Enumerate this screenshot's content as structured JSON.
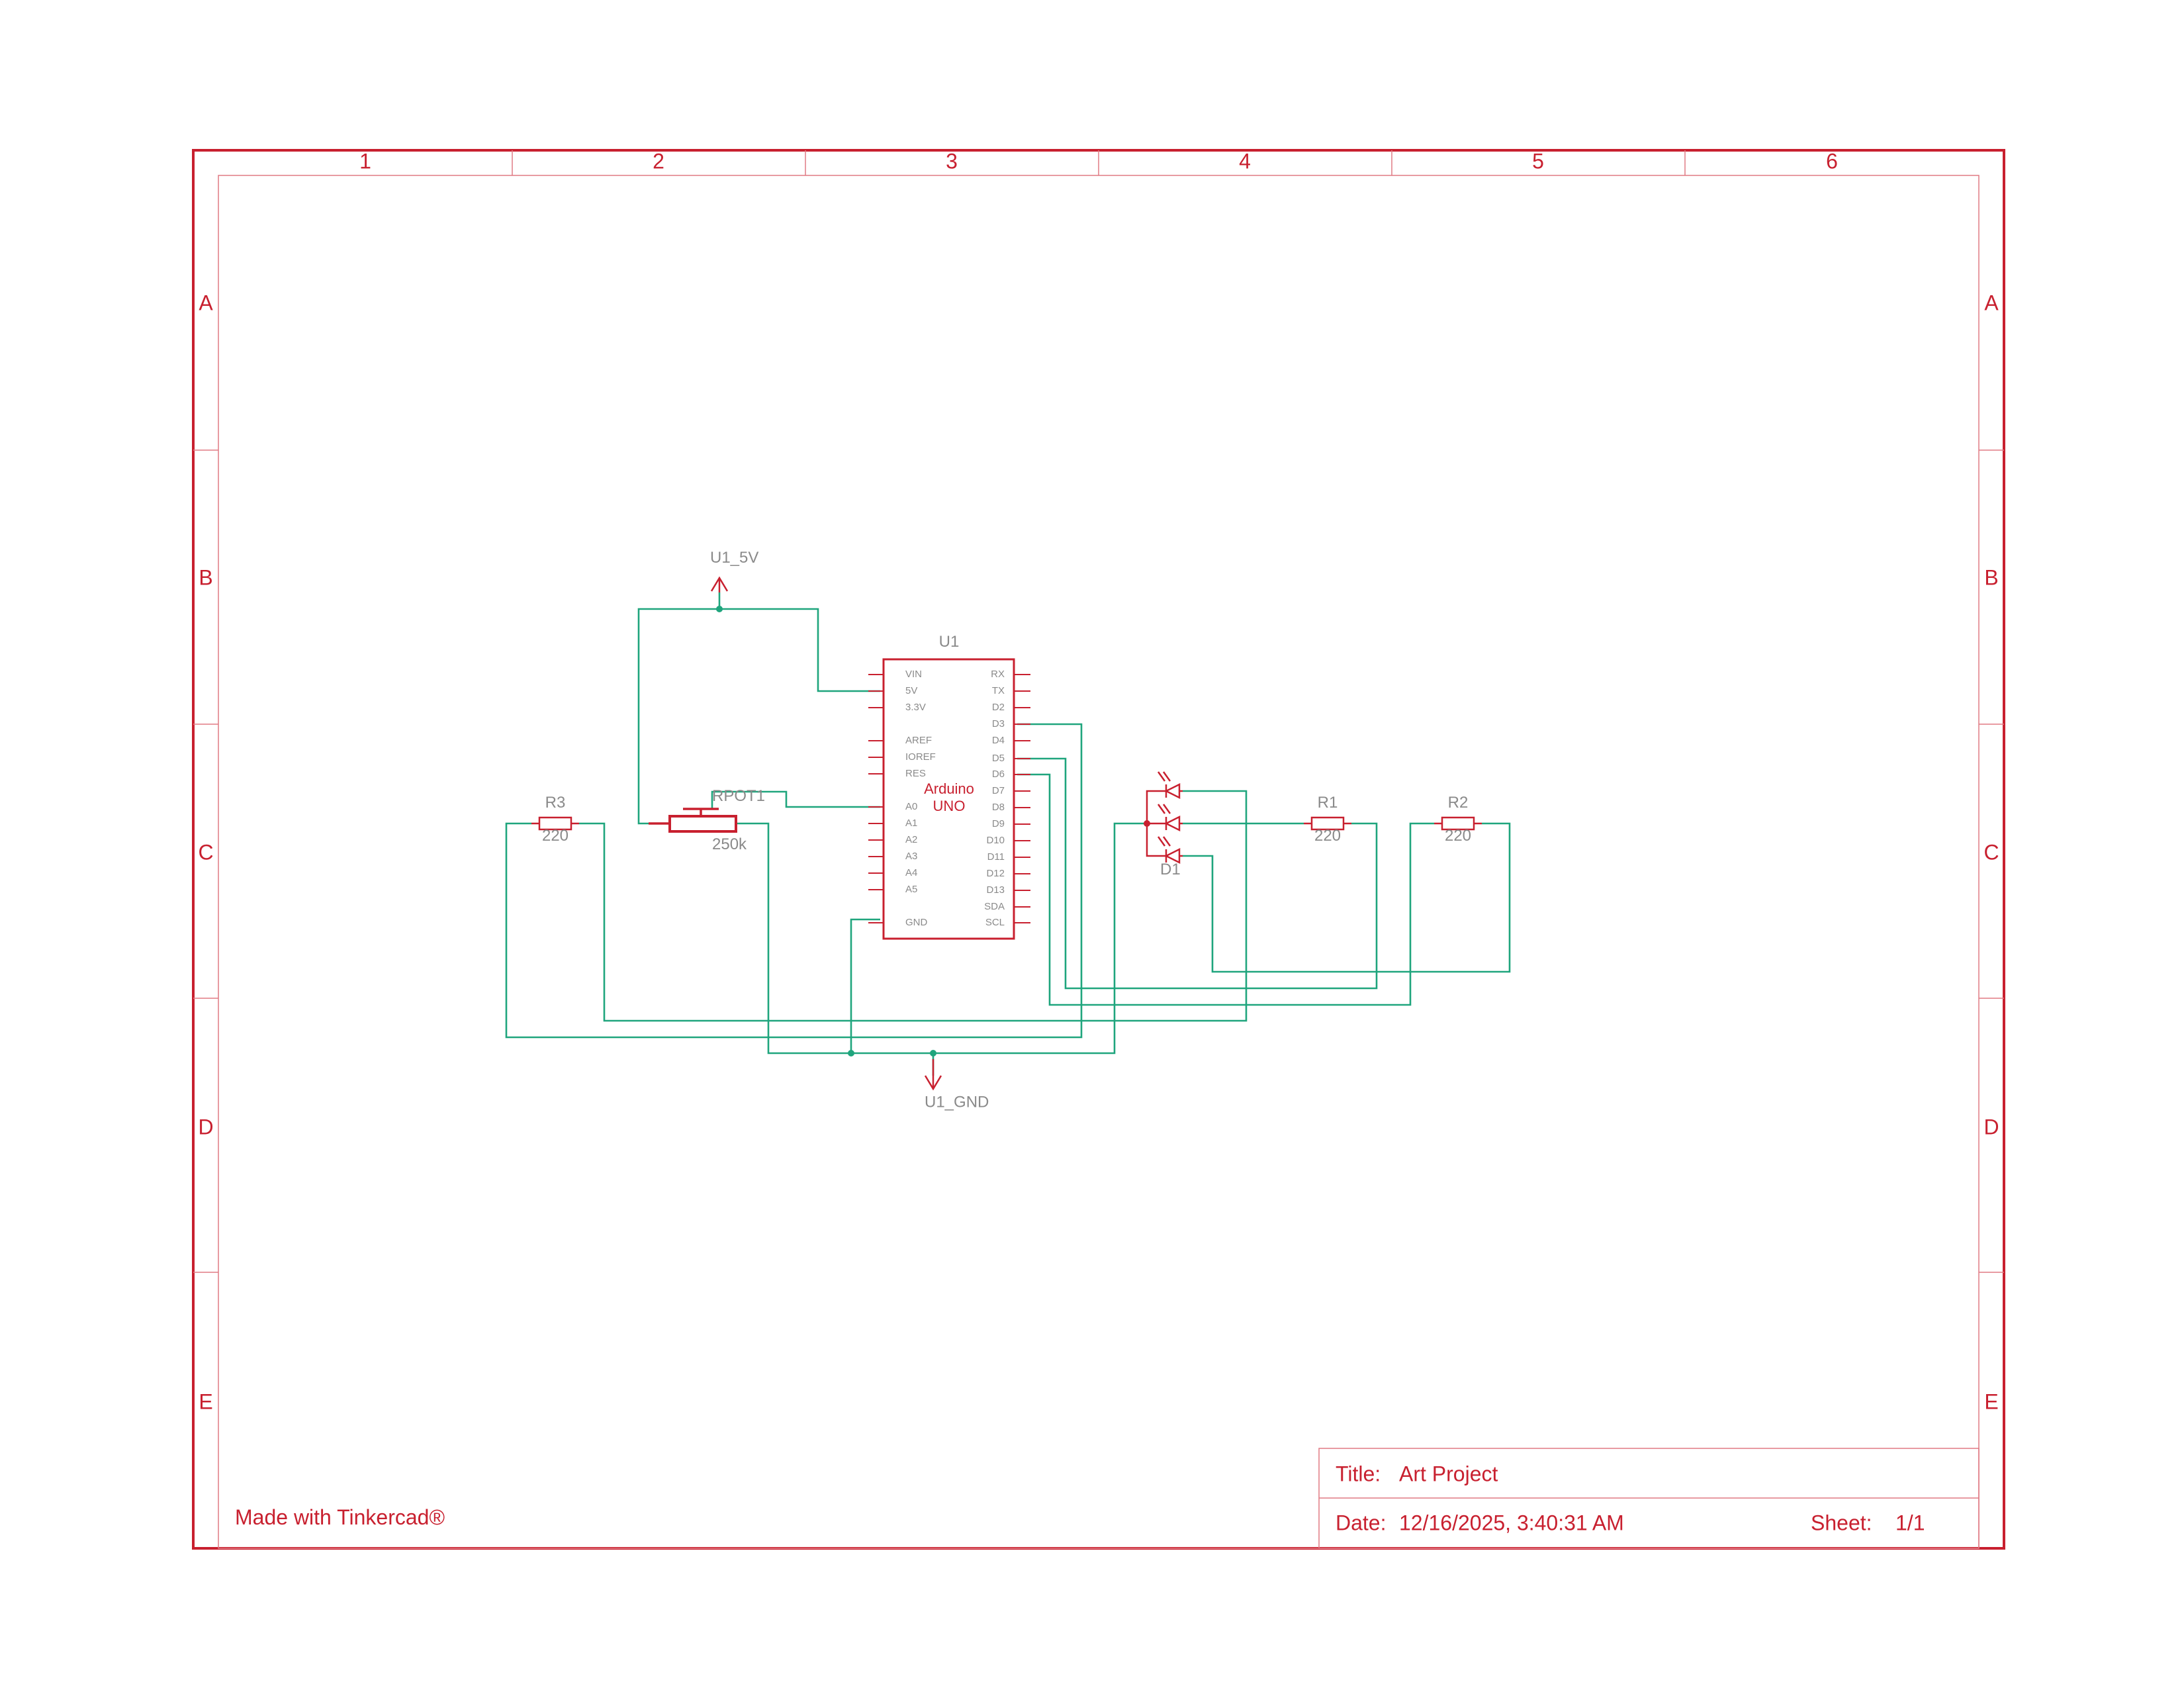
{
  "frame": {
    "columns": [
      "1",
      "2",
      "3",
      "4",
      "5",
      "6"
    ],
    "rows": [
      "A",
      "B",
      "C",
      "D",
      "E"
    ],
    "made_with": "Made with Tinkercad®"
  },
  "title_block": {
    "title_label": "Title:",
    "title_value": "Art Project",
    "date_label": "Date:",
    "date_value": "12/16/2025, 3:40:31 AM",
    "sheet_label": "Sheet:",
    "sheet_value": "1/1"
  },
  "components": {
    "u1": {
      "ref": "U1",
      "name_line1": "Arduino",
      "name_line2": "UNO",
      "left_pins": [
        "VIN",
        "5V",
        "3.3V",
        "AREF",
        "IOREF",
        "RES",
        "A0",
        "A1",
        "A2",
        "A3",
        "A4",
        "A5",
        "GND"
      ],
      "right_pins": [
        "RX",
        "TX",
        "D2",
        "D3",
        "D4",
        "D5",
        "D6",
        "D7",
        "D8",
        "D9",
        "D10",
        "D11",
        "D12",
        "D13",
        "SDA",
        "SCL"
      ]
    },
    "rpot1": {
      "ref": "RPOT1",
      "value": "250k"
    },
    "r1": {
      "ref": "R1",
      "value": "220"
    },
    "r2": {
      "ref": "R2",
      "value": "220"
    },
    "r3": {
      "ref": "R3",
      "value": "220"
    },
    "d1": {
      "ref": "D1"
    },
    "power_5v": {
      "label": "U1_5V"
    },
    "ground": {
      "label": "U1_GND"
    }
  },
  "colors": {
    "frame": "#c8202f",
    "wire": "#1fa57d",
    "text_gray": "#8a8a8a"
  }
}
